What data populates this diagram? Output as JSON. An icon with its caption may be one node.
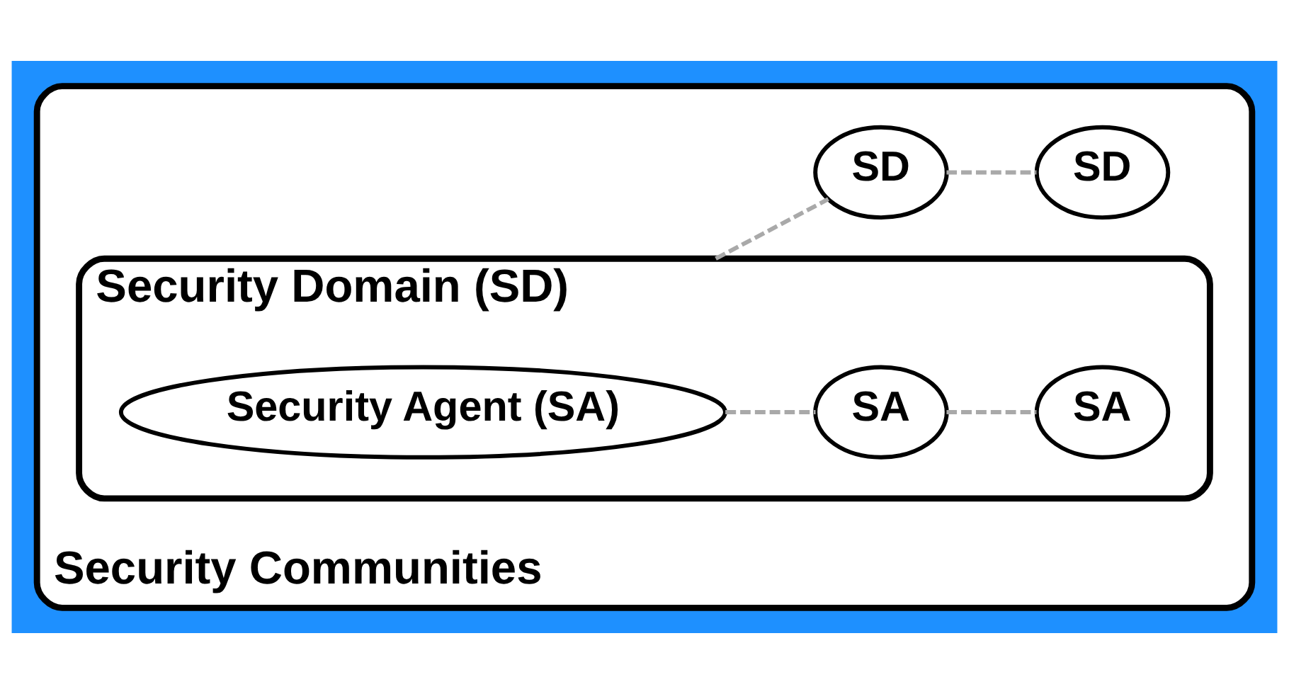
{
  "diagram": {
    "nodes": [
      {
        "text": [
          "Security Communities"
        ]
      },
      {
        "text": [
          "Security Domain (SD)"
        ],
        "in": 0
      },
      {
        "text": [
          "Security Agent (SA)"
        ],
        "in": 1
      },
      {
        "text": [
          "SA"
        ],
        "in": 1
      },
      {
        "text": [
          "SA"
        ],
        "in": 1
      },
      {
        "text": [
          "SD"
        ],
        "in": 0
      },
      {
        "text": [
          "SD"
        ],
        "in": 0
      }
    ],
    "edges": [
      {
        "from": 2,
        "to": 3,
        "arrow": "none",
        "style": "dashed"
      },
      {
        "from": 3,
        "to": 4,
        "arrow": "none",
        "style": "dashed"
      },
      {
        "from": 1,
        "to": 5,
        "arrow": "none",
        "style": "dashed"
      },
      {
        "from": 5,
        "to": 6,
        "arrow": "none",
        "style": "dashed"
      }
    ]
  }
}
